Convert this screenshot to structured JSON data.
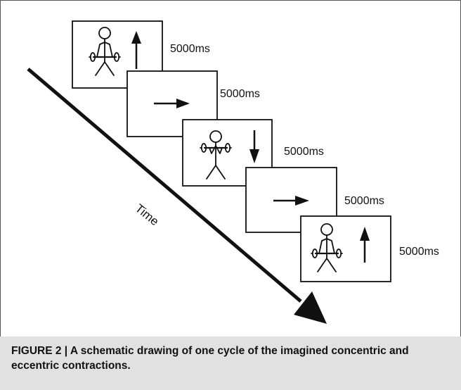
{
  "figure": {
    "frames": [
      {
        "content": "figure-up",
        "duration": "5000ms"
      },
      {
        "content": "arrow-right",
        "duration": "5000ms"
      },
      {
        "content": "figure-down",
        "duration": "5000ms"
      },
      {
        "content": "arrow-right",
        "duration": "5000ms"
      },
      {
        "content": "figure-up",
        "duration": "5000ms"
      }
    ],
    "time_axis_label": "Time",
    "caption_lead": "FIGURE 2 | ",
    "caption_text": "A schematic drawing of one cycle of the imagined concentric and eccentric contractions."
  },
  "colors": {
    "ink": "#111111",
    "caption_background": "#e1e1e1",
    "border": "#555555"
  }
}
